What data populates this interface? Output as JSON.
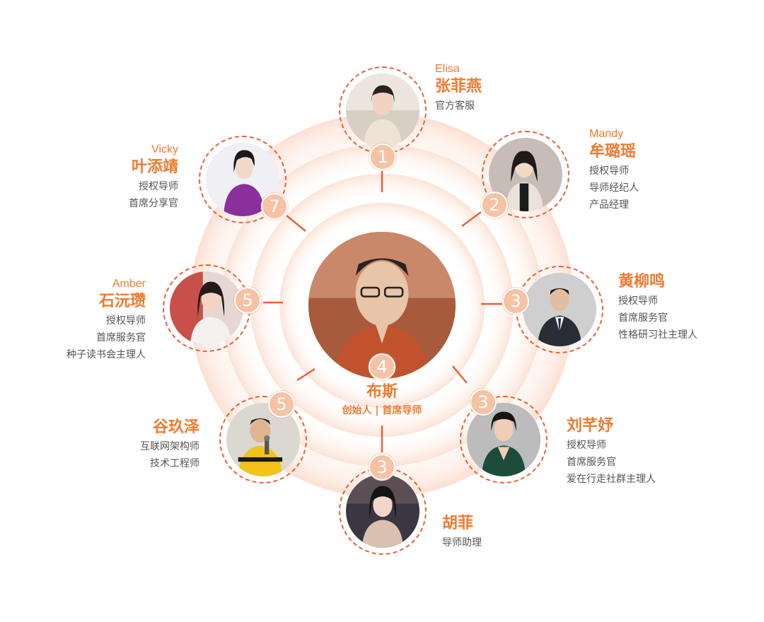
{
  "center": {
    "name": "布斯",
    "title": "创始人 | 首席导师",
    "level": "4"
  },
  "members": [
    {
      "key": "zhang",
      "en": "Elisa",
      "cn": "张菲燕",
      "roles": [
        "官方客服"
      ],
      "level": "1"
    },
    {
      "key": "mou",
      "en": "Mandy",
      "cn": "牟璐瑶",
      "roles": [
        "授权导师",
        "导师经纪人",
        "产品经理"
      ],
      "level": "2"
    },
    {
      "key": "huang",
      "en": "",
      "cn": "黄柳鸣",
      "roles": [
        "授权导师",
        "首席服务官",
        "性格研习社主理人"
      ],
      "level": "3"
    },
    {
      "key": "liu",
      "en": "",
      "cn": "刘芊妤",
      "roles": [
        "授权导师",
        "首席服务官",
        "爱在行走社群主理人"
      ],
      "level": "3"
    },
    {
      "key": "hu",
      "en": "",
      "cn": "胡菲",
      "roles": [
        "导师助理"
      ],
      "level": "3"
    },
    {
      "key": "gu",
      "en": "",
      "cn": "谷玖泽",
      "roles": [
        "互联网架构师",
        "技术工程师"
      ],
      "level": "5"
    },
    {
      "key": "shi",
      "en": "Amber",
      "cn": "石沅瓒",
      "roles": [
        "授权导师",
        "首席服务官",
        "种子读书会主理人"
      ],
      "level": "5"
    },
    {
      "key": "ye",
      "en": "Vicky",
      "cn": "叶添靖",
      "roles": [
        "授权导师",
        "首席分享官"
      ],
      "level": "7"
    }
  ],
  "colors": {
    "accent": "#f07a30",
    "dash": "#e8613a",
    "badge": "#f7c2a4",
    "ring_light": "#fdeee6",
    "connector": "#e8613a"
  }
}
